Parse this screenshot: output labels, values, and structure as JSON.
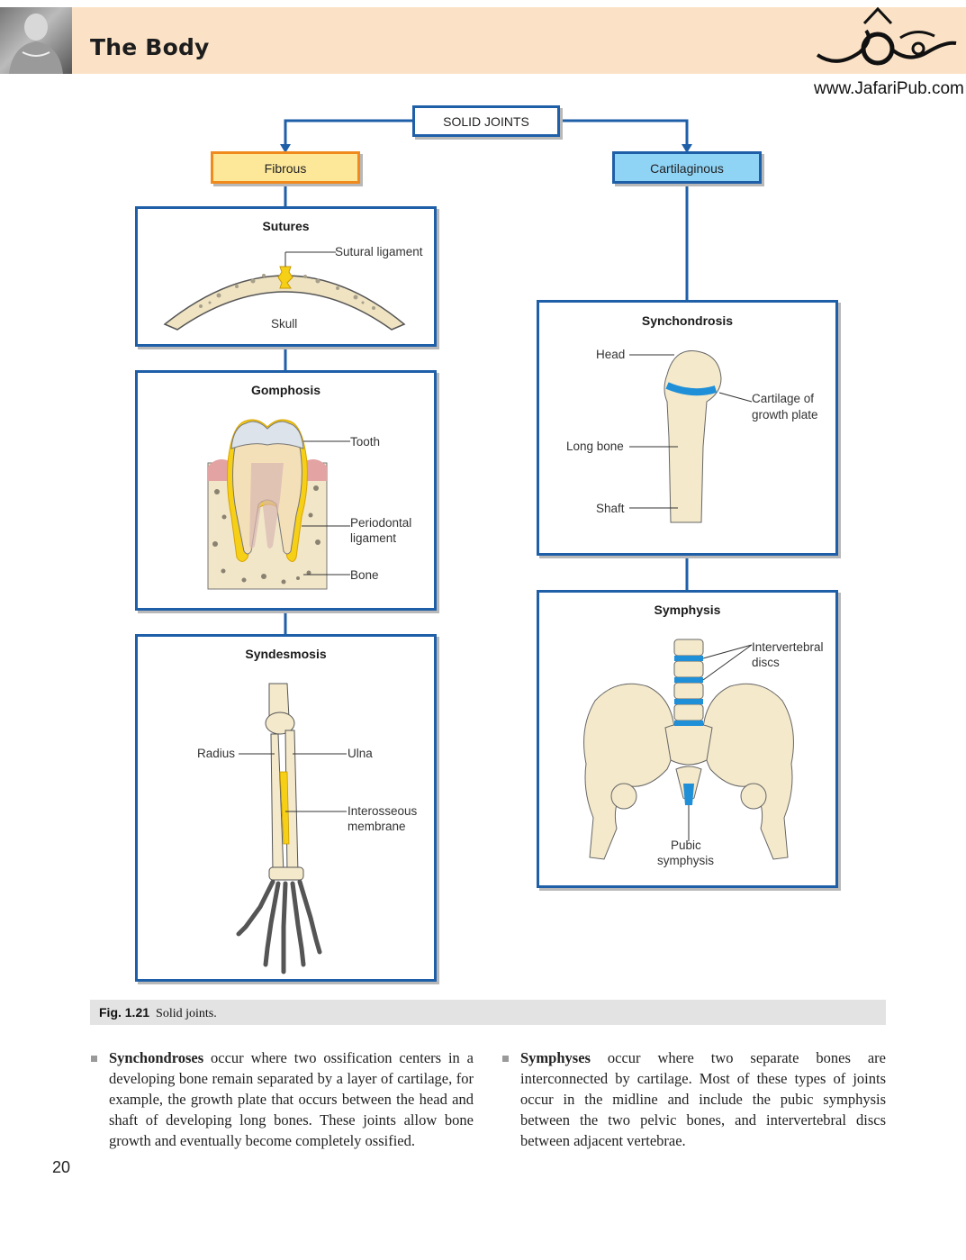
{
  "header": {
    "title": "The Body",
    "logo_url": "www.JafariPub.com"
  },
  "diagram": {
    "root": "SOLID JOINTS",
    "fibrous": {
      "label": "Fibrous",
      "sutures": {
        "title": "Sutures",
        "labels": [
          "Sutural ligament",
          "Skull"
        ]
      },
      "gomphosis": {
        "title": "Gomphosis",
        "labels": [
          "Tooth",
          "Periodontal",
          "ligament",
          "Bone"
        ]
      },
      "syndesmosis": {
        "title": "Syndesmosis",
        "labels": [
          "Radius",
          "Ulna",
          "Interosseous",
          "membrane"
        ]
      }
    },
    "cartilaginous": {
      "label": "Cartilaginous",
      "synchondrosis": {
        "title": "Synchondrosis",
        "labels": [
          "Head",
          "Cartilage of",
          "growth plate",
          "Long bone",
          "Shaft"
        ]
      },
      "symphysis": {
        "title": "Symphysis",
        "labels": [
          "Intervertebral",
          "discs",
          "Pubic",
          "symphysis"
        ]
      }
    },
    "colors": {
      "box_border": "#1f5fa8",
      "fibrous_fill": "#fde89a",
      "fibrous_border": "#f08a1c",
      "cartilaginous_fill": "#8fd3f5",
      "cartilage_blue": "#1f8fd8",
      "bone": "#f4e9cb",
      "ligament_yellow": "#f6cf17"
    }
  },
  "caption": {
    "fig": "Fig. 1.21",
    "text": "Solid joints."
  },
  "body": {
    "left": {
      "term": "Synchondroses",
      "text": " occur where two ossification centers in a developing bone remain separated by a layer of cartilage, for example, the growth plate that occurs between the head and shaft of developing long bones. These joints allow bone growth and eventually become completely ossified."
    },
    "right": {
      "term": "Symphyses",
      "text": " occur where two separate bones are interconnected by cartilage. Most of these types of joints occur in the midline and include the pubic symphysis between the two pelvic bones, and intervertebral discs between adjacent vertebrae."
    }
  },
  "page_number": "20"
}
